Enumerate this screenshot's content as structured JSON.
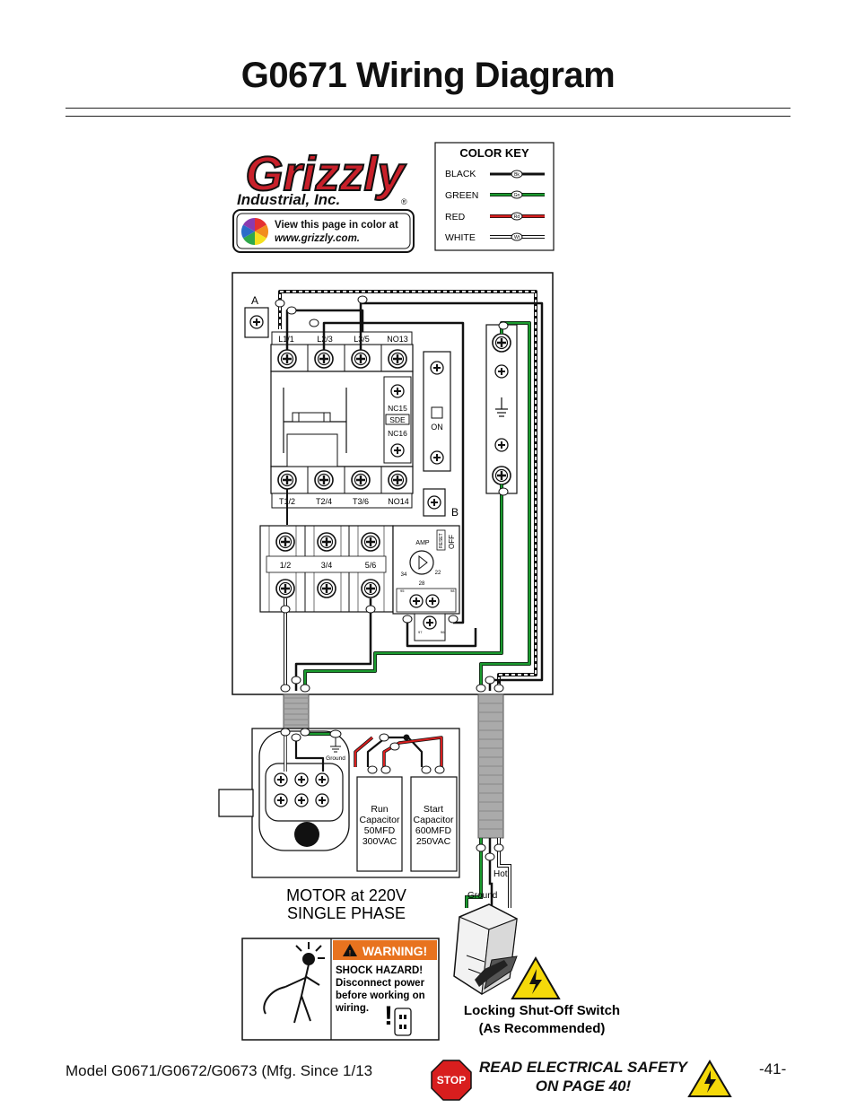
{
  "page": {
    "title": "G0671 Wiring Diagram",
    "footer_model": "Model G0671/G0672/G0673 (Mfg. Since 1/13",
    "footer_read": [
      "READ ELECTRICAL SAFETY",
      "ON PAGE 40!"
    ],
    "page_number": "-41-",
    "stop_sign_text": "STOP"
  },
  "logo": {
    "brand": "Grizzly",
    "subtitle": "Industrial, Inc.",
    "registered": "®",
    "color_note_line1": "View this page in color at",
    "color_note_line2": "www.grizzly.com."
  },
  "color_key": {
    "title": "COLOR KEY",
    "items": [
      {
        "label": "BLACK",
        "abbr": "Bk",
        "color": "#111111"
      },
      {
        "label": "GREEN",
        "abbr": "Gn",
        "color": "#1a9a2e"
      },
      {
        "label": "RED",
        "abbr": "Rd",
        "color": "#d81e1e"
      },
      {
        "label": "WHITE",
        "abbr": "Wt",
        "color": "#ffffff"
      }
    ]
  },
  "panel": {
    "label_a": "A",
    "label_b": "B",
    "contactor_top": [
      "L1/1",
      "L2/3",
      "L3/5",
      "NO13"
    ],
    "contactor_bottom": [
      "T1/2",
      "T2/4",
      "T3/6",
      "NO14"
    ],
    "aux": [
      "NC15",
      "SDE",
      "NC16"
    ],
    "switch_on": "ON",
    "overload_labels": [
      "1/2",
      "3/4",
      "5/6"
    ],
    "relay_amp": "AMP",
    "relay_off": "OFF",
    "relay_reset": "RESET",
    "relay_dial": [
      "34",
      "22",
      "28"
    ],
    "relay_small": [
      "95",
      "96",
      "98",
      "97"
    ]
  },
  "motor": {
    "title_line1": "MOTOR at 220V",
    "title_line2": "SINGLE PHASE",
    "ground_label": "Ground",
    "run_cap": [
      "Run",
      "Capacitor",
      "50MFD",
      "300VAC"
    ],
    "start_cap": [
      "Start",
      "Capacitor",
      "600MFD",
      "250VAC"
    ]
  },
  "switch_box": {
    "hot_label": "Hot",
    "ground_label": "Ground",
    "caption_line1": "Locking Shut-Off Switch",
    "caption_line2": "(As Recommended)"
  },
  "warning": {
    "header": "WARNING!",
    "lines": [
      "SHOCK HAZARD!",
      "Disconnect power",
      "before working on",
      "wiring."
    ]
  }
}
